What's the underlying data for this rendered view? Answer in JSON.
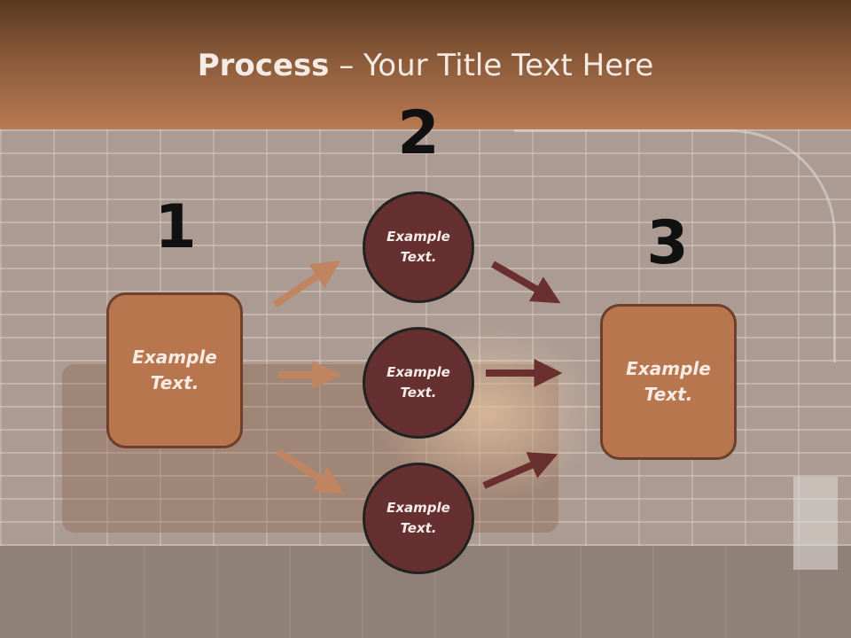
{
  "title": {
    "bold": "Process",
    "rest": " – Your Title Text Here"
  },
  "steps": {
    "step1": {
      "number": "1",
      "text": "Example Text."
    },
    "step2": {
      "number": "2",
      "circles": [
        "Example Text.",
        "Example Text.",
        "Example Text."
      ]
    },
    "step3": {
      "number": "3",
      "text": "Example Text."
    }
  },
  "colors": {
    "box_fill": "#b8764f",
    "circle_fill": "#663030",
    "arrow_light": "#c08560",
    "arrow_dark": "#6a2f2f"
  }
}
